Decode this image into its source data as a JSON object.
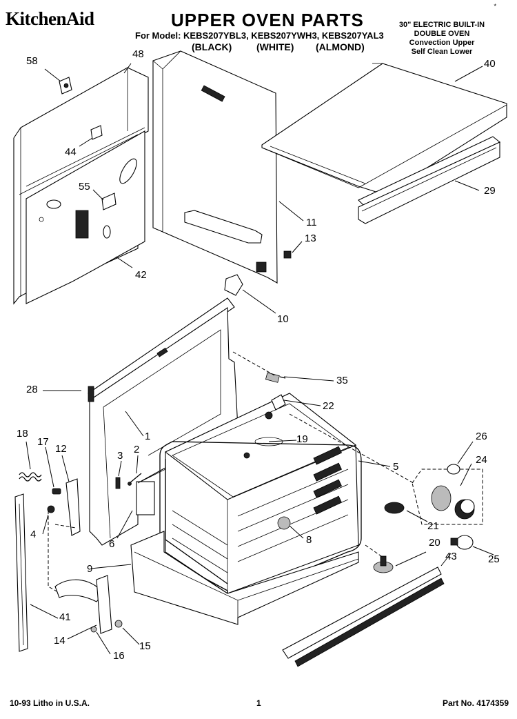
{
  "header": {
    "brand": "KitchenAid",
    "title": "UPPER OVEN PARTS",
    "model_line": "For Model: KEBS207YBL3, KEBS207YWH3, KEBS207YAL3",
    "colors": [
      "(BLACK)",
      "(WHITE)",
      "(ALMOND)"
    ],
    "description": [
      "30\" ELECTRIC BUILT-IN",
      "DOUBLE OVEN",
      "Convection Upper",
      "Self Clean Lower"
    ],
    "corner_mark": "*"
  },
  "callouts": [
    {
      "id": "c58",
      "label": "58"
    },
    {
      "id": "c48",
      "label": "48"
    },
    {
      "id": "c44",
      "label": "44"
    },
    {
      "id": "c55",
      "label": "55"
    },
    {
      "id": "c42",
      "label": "42"
    },
    {
      "id": "c40",
      "label": "40"
    },
    {
      "id": "c29",
      "label": "29"
    },
    {
      "id": "c11",
      "label": "11"
    },
    {
      "id": "c13",
      "label": "13"
    },
    {
      "id": "c10",
      "label": "10"
    },
    {
      "id": "c28",
      "label": "28"
    },
    {
      "id": "c35",
      "label": "35"
    },
    {
      "id": "c22",
      "label": "22"
    },
    {
      "id": "c1",
      "label": "1"
    },
    {
      "id": "c18",
      "label": "18"
    },
    {
      "id": "c17",
      "label": "17"
    },
    {
      "id": "c12",
      "label": "12"
    },
    {
      "id": "c3",
      "label": "3"
    },
    {
      "id": "c2",
      "label": "2"
    },
    {
      "id": "c19",
      "label": "19"
    },
    {
      "id": "c26",
      "label": "26"
    },
    {
      "id": "c24",
      "label": "24"
    },
    {
      "id": "c5",
      "label": "5"
    },
    {
      "id": "c4",
      "label": "4"
    },
    {
      "id": "c6",
      "label": "6"
    },
    {
      "id": "c8",
      "label": "8"
    },
    {
      "id": "c21",
      "label": "21"
    },
    {
      "id": "c20",
      "label": "20"
    },
    {
      "id": "c43",
      "label": "43"
    },
    {
      "id": "c25",
      "label": "25"
    },
    {
      "id": "c9",
      "label": "9"
    },
    {
      "id": "c41",
      "label": "41"
    },
    {
      "id": "c14",
      "label": "14"
    },
    {
      "id": "c15",
      "label": "15"
    },
    {
      "id": "c16",
      "label": "16"
    }
  ],
  "footer": {
    "litho": "10-93 Litho in U.S.A.",
    "page": "1",
    "part_no": "Part No. 4174359"
  }
}
